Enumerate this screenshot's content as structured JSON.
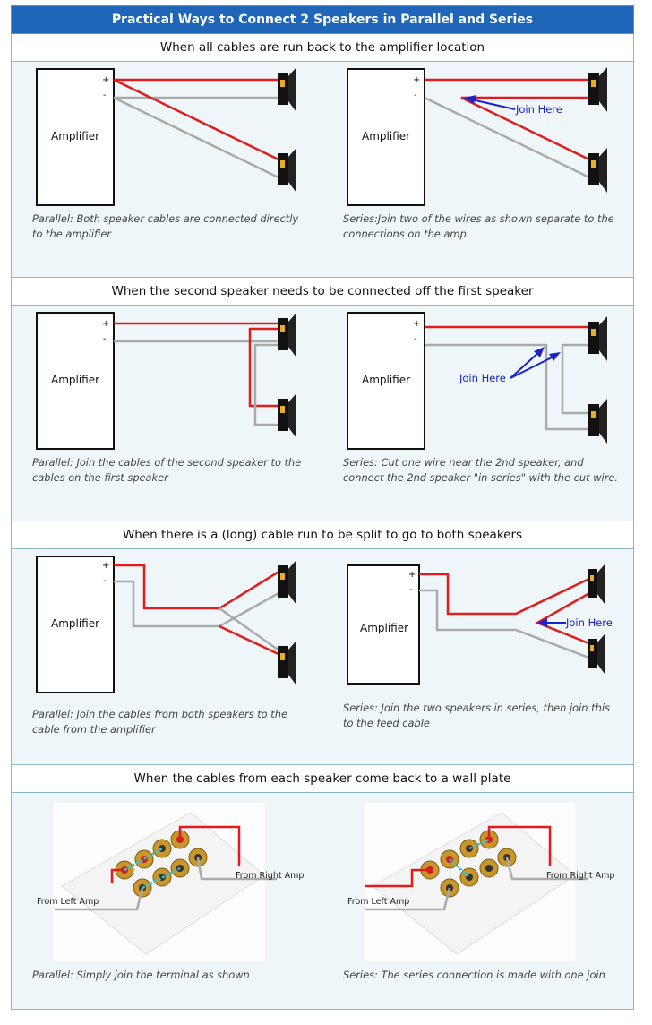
{
  "title": "Practical Ways to Connect 2 Speakers in Parallel and Series",
  "amp_label": "Amplifier",
  "plus": "+",
  "minus": "-",
  "join_here": "Join Here",
  "from_left_amp": "From Left Amp",
  "from_right_amp": "From Right Amp",
  "colors": {
    "positive": "#e31b1b",
    "negative": "#a9a9a9",
    "arrow": "#1a22c9",
    "header_bg": "#1f66b8",
    "cell_bg": "#eef6fa",
    "jumper": "#39c6d6"
  },
  "sections": [
    {
      "heading": "When all cables are run back to the amplifier location",
      "parallel_caption": "Parallel: Both speaker cables are connected directly to the amplifier",
      "series_caption": "Series:Join two of the wires as shown separate to the connections on the amp."
    },
    {
      "heading": "When the second speaker needs to be connected off the first speaker",
      "parallel_caption": "Parallel: Join the cables of the second speaker to the cables on the first speaker",
      "series_caption": "Series: Cut one wire near the 2nd speaker, and connect the 2nd speaker \"in series\" with the cut wire."
    },
    {
      "heading": "When there is a (long) cable run to be split to go to both speakers",
      "parallel_caption": "Parallel: Join the cables from both speakers to the cable from the amplifier",
      "series_caption": "Series: Join the two speakers in series, then join this to the feed cable"
    },
    {
      "heading": "When the cables from each speaker come back to a wall plate",
      "parallel_caption": "Parallel: Simply join the terminal as shown",
      "series_caption": "Series: The series connection is made with one join"
    }
  ]
}
